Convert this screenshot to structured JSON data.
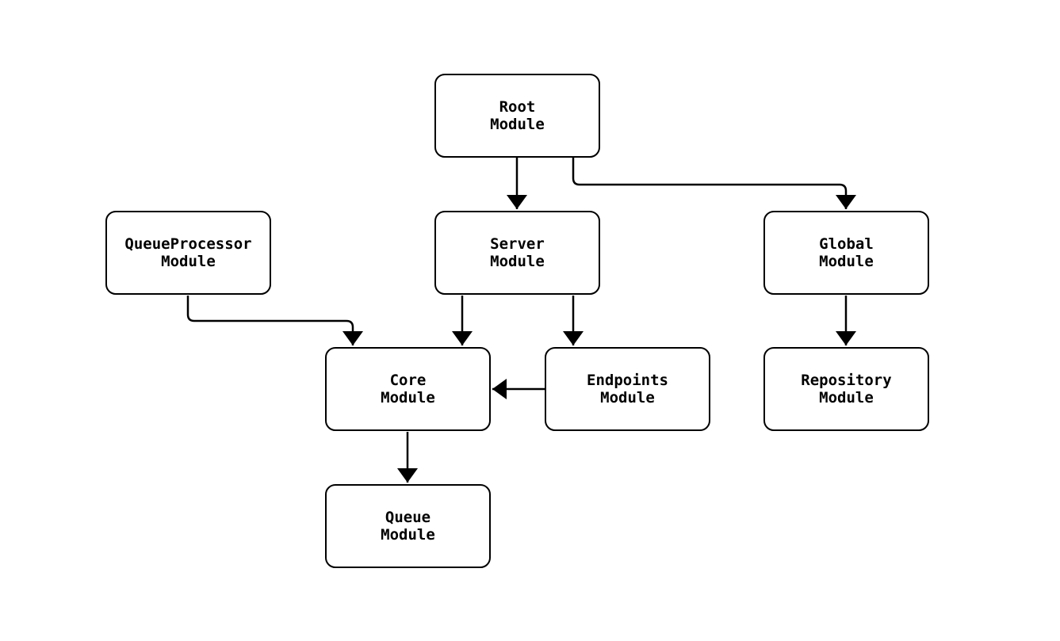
{
  "diagram": {
    "type": "module-dependency-graph",
    "background_color": "#ffffff",
    "node_fill": "#ffffff",
    "node_stroke": "#000000",
    "edge_color": "#000000",
    "nodes": [
      {
        "id": "root",
        "line1": "Root",
        "line2": "Module"
      },
      {
        "id": "queueprocessor",
        "line1": "QueueProcessor",
        "line2": "Module"
      },
      {
        "id": "server",
        "line1": "Server",
        "line2": "Module"
      },
      {
        "id": "global",
        "line1": "Global",
        "line2": "Module"
      },
      {
        "id": "core",
        "line1": "Core",
        "line2": "Module"
      },
      {
        "id": "endpoints",
        "line1": "Endpoints",
        "line2": "Module"
      },
      {
        "id": "repository",
        "line1": "Repository",
        "line2": "Module"
      },
      {
        "id": "queue",
        "line1": "Queue",
        "line2": "Module"
      }
    ],
    "edges": [
      {
        "from": "root",
        "to": "server"
      },
      {
        "from": "root",
        "to": "global"
      },
      {
        "from": "queueprocessor",
        "to": "core"
      },
      {
        "from": "server",
        "to": "core"
      },
      {
        "from": "server",
        "to": "endpoints"
      },
      {
        "from": "endpoints",
        "to": "core"
      },
      {
        "from": "global",
        "to": "repository"
      },
      {
        "from": "core",
        "to": "queue"
      }
    ]
  }
}
